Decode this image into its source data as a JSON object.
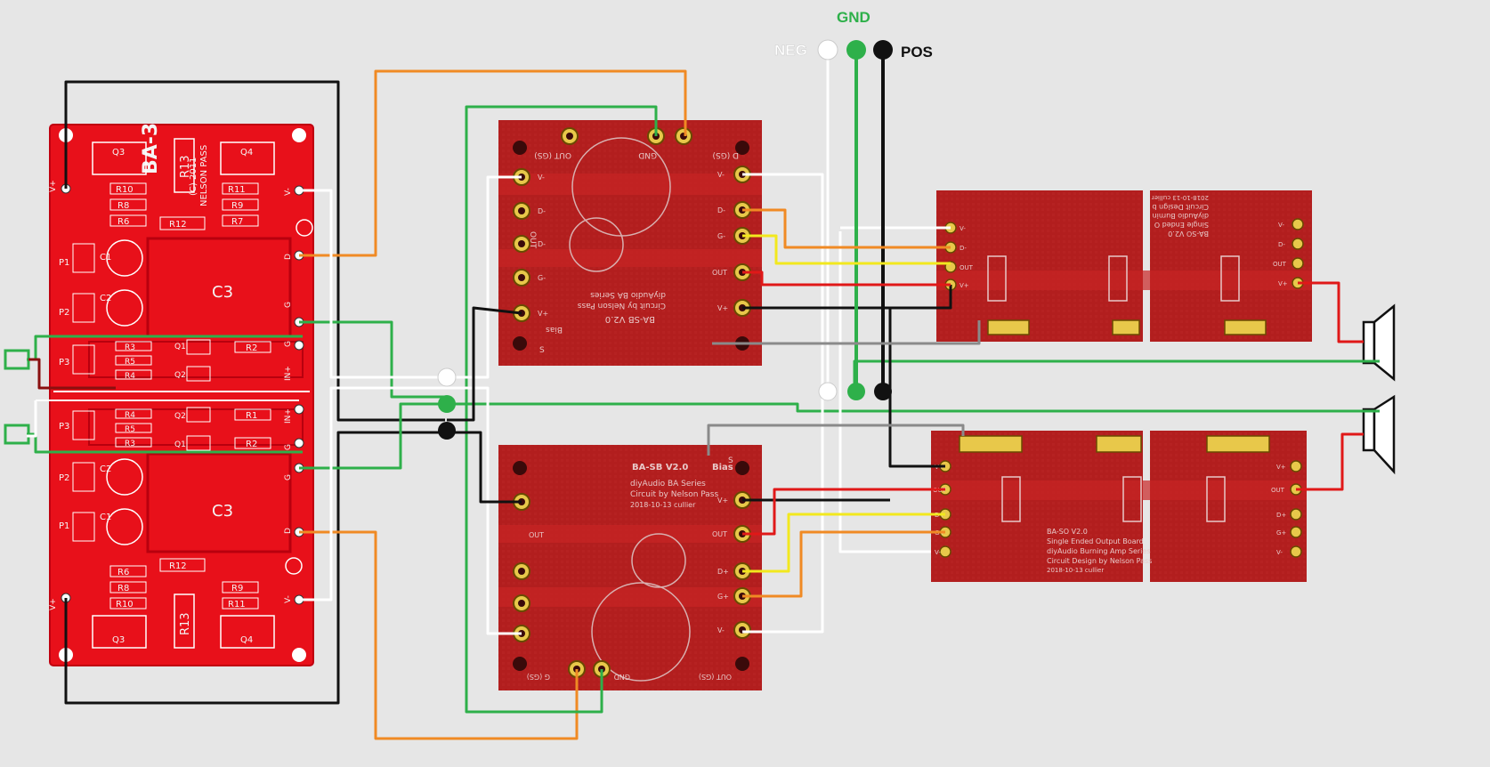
{
  "supply": {
    "neg": "NEG",
    "gnd": "GND",
    "pos": "POS"
  },
  "colors": {
    "background": "#e6e6e6",
    "ba3_board": "#e8101a",
    "pcb_board": "#b21e1e",
    "wire_green": "#2eb04a",
    "wire_orange": "#f08a24",
    "wire_black": "#111111",
    "wire_white": "#ffffff",
    "wire_red": "#e01818",
    "wire_yellow": "#f2e81e",
    "wire_gray": "#8a8a8a"
  },
  "ba3_board": {
    "title": "BA-3",
    "designer": "NELSON PASS",
    "year": "(C) 2011",
    "top": {
      "resistors_left": [
        "R10",
        "R8",
        "R6"
      ],
      "resistors_right": [
        "R11",
        "R9",
        "R7"
      ],
      "r12": "R12",
      "r13": "R13",
      "q3": "Q3",
      "q4": "Q4",
      "c1": "C1",
      "c2": "C2",
      "c3": "C3",
      "p1": "P1",
      "p2": "P2",
      "p3": "P3",
      "input_res_left": [
        "R3",
        "R5",
        "R4"
      ],
      "r2": "R2",
      "q1": "Q1",
      "q2": "Q2",
      "pins": [
        "V+",
        "V-",
        "D",
        "G",
        "G",
        "IN+"
      ]
    },
    "bottom": {
      "resistors_left": [
        "R4",
        "R5",
        "R3"
      ],
      "r1": "R1",
      "r10": "R10",
      "r8": "R8",
      "r6": "R6",
      "r9": "R9",
      "r11": "R11",
      "r12": "R12",
      "r13": "R13",
      "q3": "Q3",
      "q4": "Q4",
      "q1": "Q1",
      "q2": "Q2",
      "pins": [
        "IN+",
        "G",
        "G",
        "D",
        "V-",
        "V+"
      ]
    }
  },
  "bias_board_top": {
    "labels": [
      "OUT (GS)",
      "D (GS)",
      "GND",
      "OUT",
      "BA-SB V2.0",
      "Circuit by Nelson Pass",
      "diyAudio BA Series",
      "Bias",
      "S"
    ],
    "pins_left": [
      "V-",
      "D-",
      "D-",
      "G-",
      "V+"
    ],
    "pins_right": [
      "V-",
      "D-",
      "G-",
      "OUT",
      "V+"
    ]
  },
  "bias_board_bottom": {
    "title": "BA-SB V2.0",
    "bias": "Bias",
    "series": "diyAudio BA Series",
    "credit": "Circuit by Nelson Pass",
    "date": "2018-10-13 cullier",
    "labels": [
      "OUT",
      "GND",
      "G (GS)",
      "OUT (GS)",
      "S"
    ],
    "pins_right": [
      "V+",
      "OUT",
      "D+",
      "G+",
      "V-"
    ]
  },
  "output_board_top": {
    "title": "BA-SO V2.0",
    "subtitle": "Single Ended O",
    "line3": "diyAudio Burnin",
    "line4": "Circuit Design b",
    "line5": "2018-10-13 cullier",
    "pins_left": [
      "V-",
      "D-",
      "OUT",
      "V+"
    ],
    "pins_right": [
      "V-",
      "D-",
      "OUT",
      "V+"
    ]
  },
  "output_board_bottom": {
    "title": "BA-SO V2.0",
    "subtitle": "Single Ended Output Board",
    "line3": "diyAudio Burning Amp Series",
    "line4": "Circuit Design by Nelson Pass",
    "line5": "2018-10-13 cullier",
    "pins_left": [
      "V+",
      "OUT",
      "D+",
      "G+",
      "V-"
    ],
    "pins_right": [
      "V+",
      "OUT",
      "D+",
      "G+",
      "V-"
    ]
  },
  "icons": {
    "speaker_top": "speaker-icon",
    "speaker_bottom": "speaker-icon",
    "input_jack_top": "rca-input-icon",
    "input_jack_bottom": "rca-input-icon"
  }
}
